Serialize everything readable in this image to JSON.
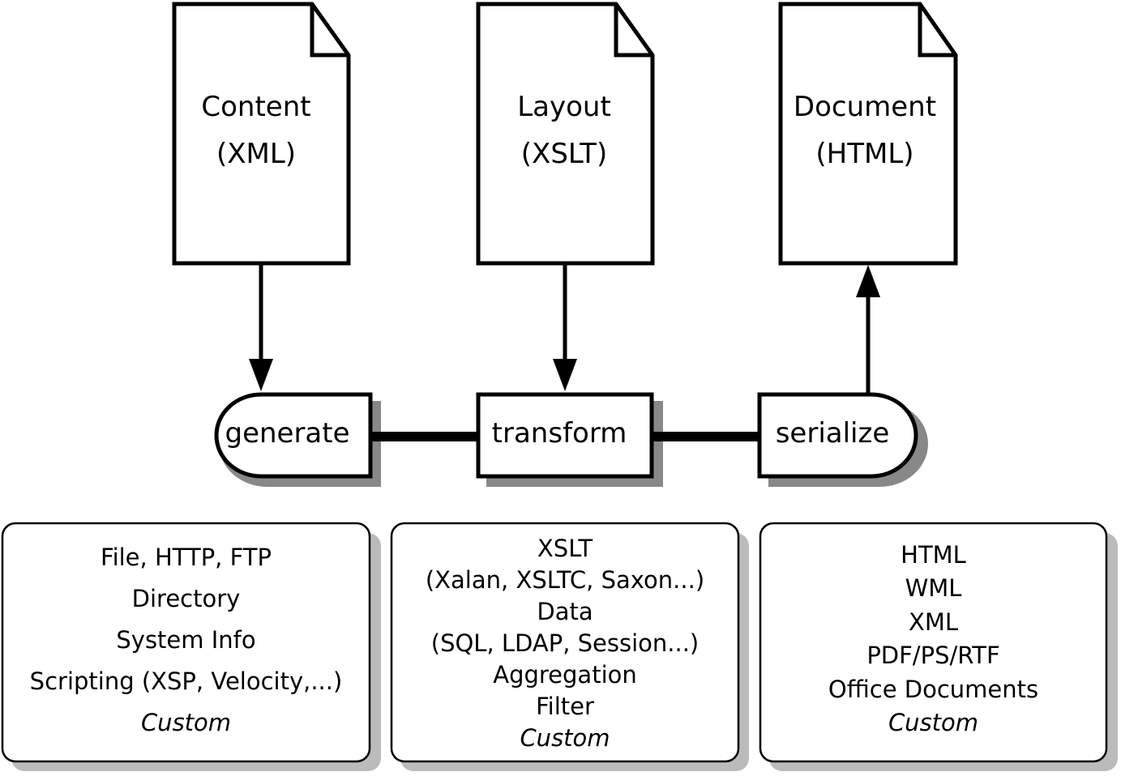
{
  "documents": [
    {
      "name": "Content",
      "format": "(XML)"
    },
    {
      "name": "Layout",
      "format": "(XSLT)"
    },
    {
      "name": "Document",
      "format": "(HTML)"
    }
  ],
  "stages": [
    {
      "label": "generate"
    },
    {
      "label": "transform"
    },
    {
      "label": "serialize"
    }
  ],
  "lists": [
    {
      "items": [
        "File, HTTP, FTP",
        "Directory",
        "System Info",
        "Scripting (XSP, Velocity,...)"
      ],
      "custom": "Custom"
    },
    {
      "items": [
        "XSLT",
        "(Xalan, XSLTC, Saxon...)",
        "Data",
        "(SQL, LDAP, Session...)",
        "Aggregation",
        "Filter"
      ],
      "custom": "Custom"
    },
    {
      "items": [
        "HTML",
        "WML",
        "XML",
        "PDF/PS/RTF",
        "Office Documents"
      ],
      "custom": "Custom"
    }
  ]
}
